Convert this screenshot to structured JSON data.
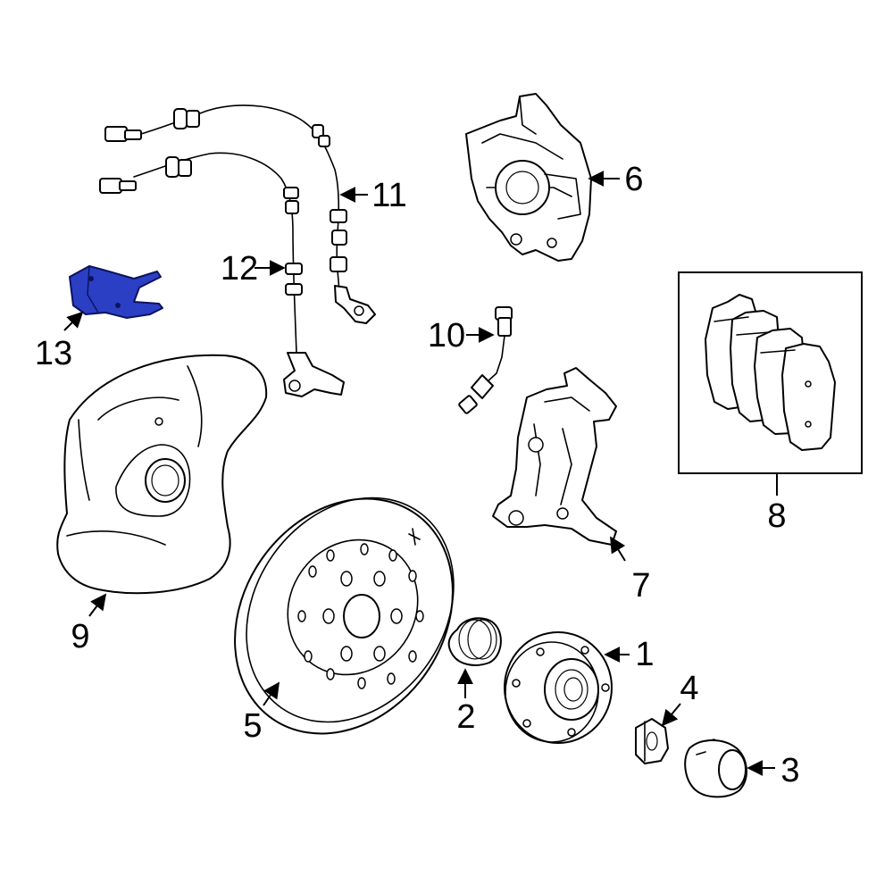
{
  "callouts": [
    {
      "id": "1",
      "label": "1"
    },
    {
      "id": "2",
      "label": "2"
    },
    {
      "id": "3",
      "label": "3"
    },
    {
      "id": "4",
      "label": "4"
    },
    {
      "id": "5",
      "label": "5"
    },
    {
      "id": "6",
      "label": "6"
    },
    {
      "id": "7",
      "label": "7"
    },
    {
      "id": "8",
      "label": "8"
    },
    {
      "id": "9",
      "label": "9"
    },
    {
      "id": "10",
      "label": "10"
    },
    {
      "id": "11",
      "label": "11"
    },
    {
      "id": "12",
      "label": "12"
    },
    {
      "id": "13",
      "label": "13"
    }
  ],
  "highlighted_part": "13",
  "colors": {
    "highlight": "#2b3fc4",
    "line": "#000000",
    "background": "#ffffff"
  }
}
